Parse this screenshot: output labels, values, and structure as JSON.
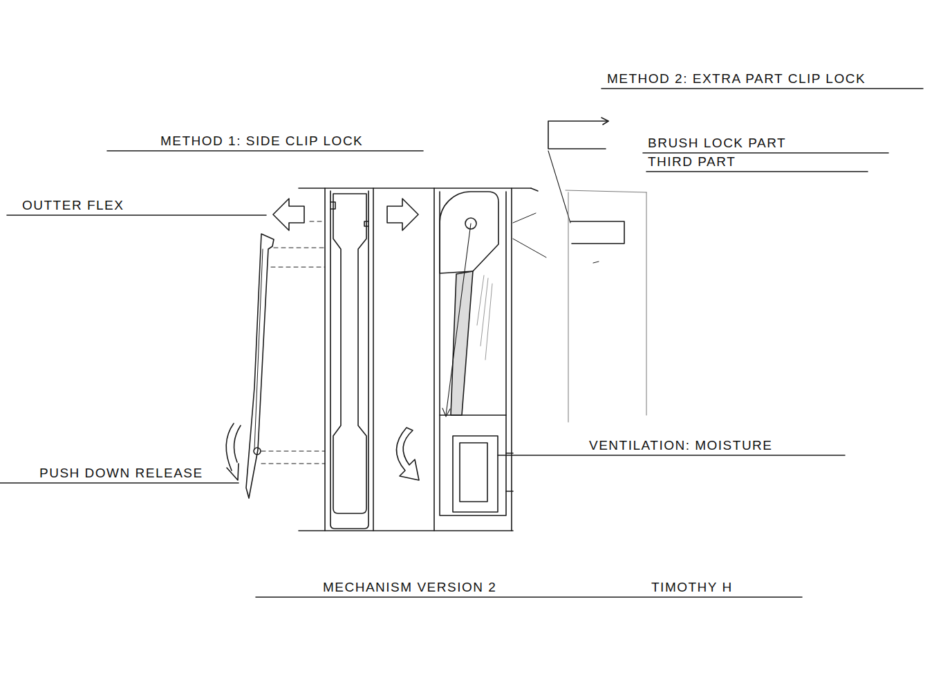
{
  "diagram": {
    "caption": "MECHANISM VERSION 2",
    "labels": [
      "METHOD 2: EXTRA PART CLIP LOCK",
      "METHOD 1: SIDE CLIP LOCK",
      "BRUSH LOCK PART",
      "THIRD PART",
      "OUTTER FLEX",
      "PUSH DOWN RELEASE",
      "VENTILATION: MOISTURE",
      "TIMOTHY H"
    ]
  }
}
